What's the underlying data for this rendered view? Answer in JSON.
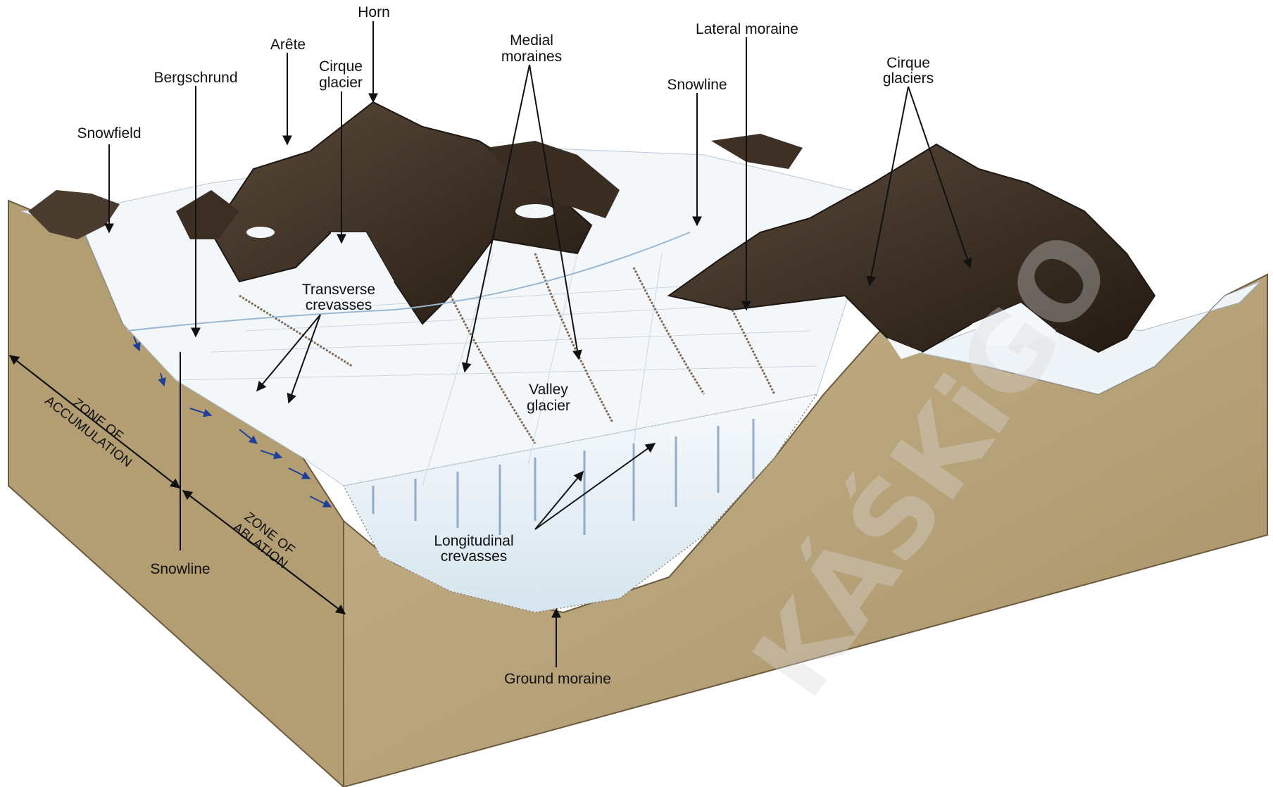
{
  "labels": {
    "horn": "Horn",
    "arete": "Arête",
    "cirque_glacier_1": "Cirque",
    "cirque_glacier_2": "glacier",
    "bergschrund": "Bergschrund",
    "snowfield": "Snowfield",
    "medial_moraines_1": "Medial",
    "medial_moraines_2": "moraines",
    "lateral_moraine": "Lateral moraine",
    "snowline_top": "Snowline",
    "cirque_glaciers_1": "Cirque",
    "cirque_glaciers_2": "glaciers",
    "transverse_crevasses_1": "Transverse",
    "transverse_crevasses_2": "crevasses",
    "valley_glacier_1": "Valley",
    "valley_glacier_2": "glacier",
    "longitudinal_crevasses_1": "Longitudinal",
    "longitudinal_crevasses_2": "crevasses",
    "snowline_bottom": "Snowline",
    "ground_moraine": "Ground moraine",
    "zone_accumulation_1": "ZONE OF",
    "zone_accumulation_2": "ACCUMULATION",
    "zone_ablation_1": "ZONE OF",
    "zone_ablation_2": "ABLATION"
  },
  "watermark": "KÁŚKiGO",
  "colors": {
    "earth": "#bca77e",
    "earth_dark": "#9e8a62",
    "ice": "#eef4f8",
    "ice_shadow": "#c9dbe8",
    "rock": "#3a2e24",
    "moraine": "#7d6a55",
    "arrow_blue": "#1d3f9a"
  }
}
